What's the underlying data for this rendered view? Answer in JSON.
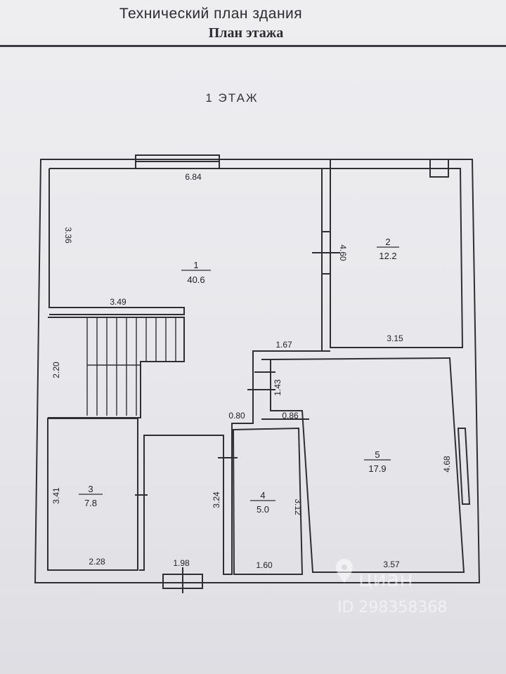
{
  "header": {
    "title": "Технический план здания",
    "subtitle": "План этажа"
  },
  "floor_label": "1 ЭТАЖ",
  "rooms": [
    {
      "number": "1",
      "area": "40.6"
    },
    {
      "number": "2",
      "area": "12.2"
    },
    {
      "number": "3",
      "area": "7.8"
    },
    {
      "number": "4",
      "area": "5.0"
    },
    {
      "number": "5",
      "area": "17.9"
    }
  ],
  "dimensions": {
    "d1": "6.84",
    "d2": "3.36",
    "d3": "3.49",
    "d4": "4.60",
    "d5": "3.15",
    "d6": "1.67",
    "d7": "2.20",
    "d8": "1.43",
    "d9": "0.80",
    "d10": "0.86",
    "d11": "4.68",
    "d12": "3.41",
    "d13": "3.24",
    "d14": "3.12",
    "d15": "2.28",
    "d16": "1.98",
    "d17": "1.60",
    "d18": "3.57"
  },
  "watermark": {
    "brand": "циан",
    "id": "ID 298358368"
  }
}
